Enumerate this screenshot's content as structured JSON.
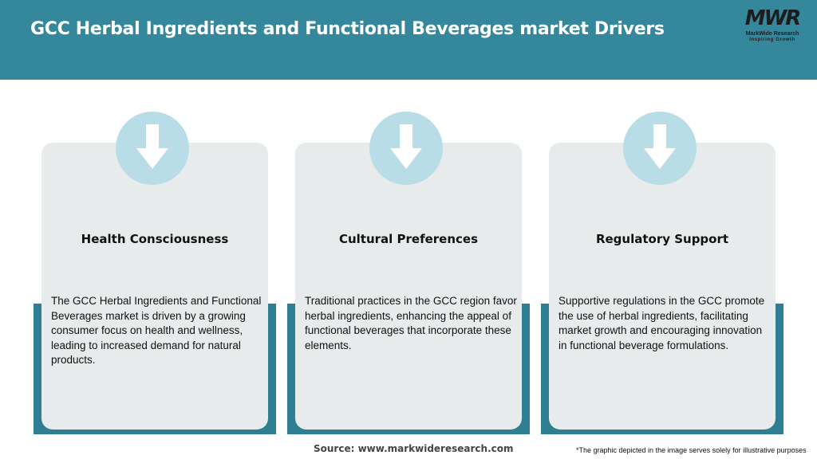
{
  "header": {
    "title": "GCC Herbal Ingredients and Functional Beverages market Drivers"
  },
  "logo": {
    "mark": "MWR",
    "name": "MarkWide Research",
    "tagline": "Inspiring Growth"
  },
  "icons": {
    "card_icon": "down-arrow-icon",
    "accent_color": "#35879b",
    "circle_color": "#b8dde6",
    "card_color": "#e8ebec"
  },
  "cards": [
    {
      "title": "Health Consciousness",
      "text": "The GCC Herbal Ingredients and Functional Beverages market is driven by a growing consumer focus on health and wellness, leading to increased demand for natural products."
    },
    {
      "title": "Cultural Preferences",
      "text": "Traditional practices in the GCC region favor herbal ingredients, enhancing the appeal of functional beverages that incorporate these elements."
    },
    {
      "title": "Regulatory Support",
      "text": "Supportive regulations in the GCC promote the use of herbal ingredients, facilitating market growth and encouraging innovation in functional beverage formulations."
    }
  ],
  "footer": {
    "source": "Source: www.markwideresearch.com",
    "disclaimer": "*The graphic depicted in the image serves solely for illustrative purposes"
  }
}
